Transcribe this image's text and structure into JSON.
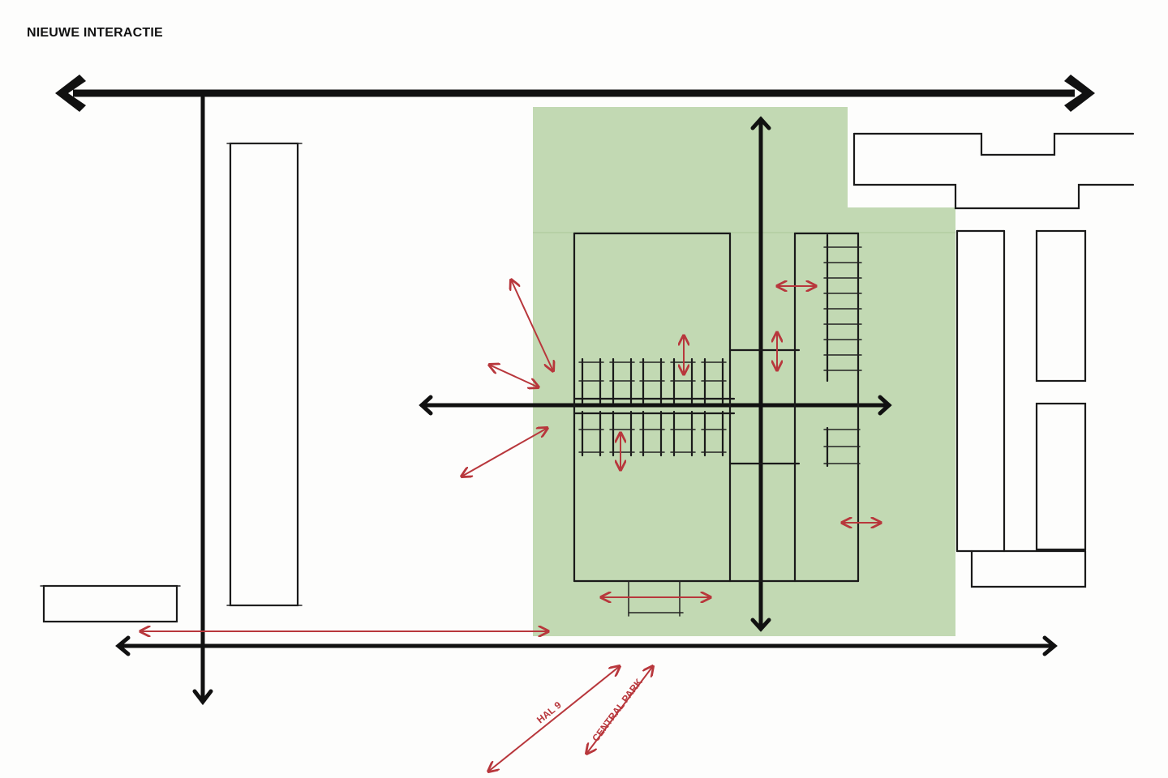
{
  "title": "NIEUWE INTERACTIE",
  "colors": {
    "green_zone": "#c2d9b3",
    "axis": "#111111",
    "interaction_arrow": "#b8373c",
    "background": "#fdfdfc"
  },
  "labels": {
    "hal9": "HAL 9",
    "central_park": "CENTRAL PARK"
  }
}
